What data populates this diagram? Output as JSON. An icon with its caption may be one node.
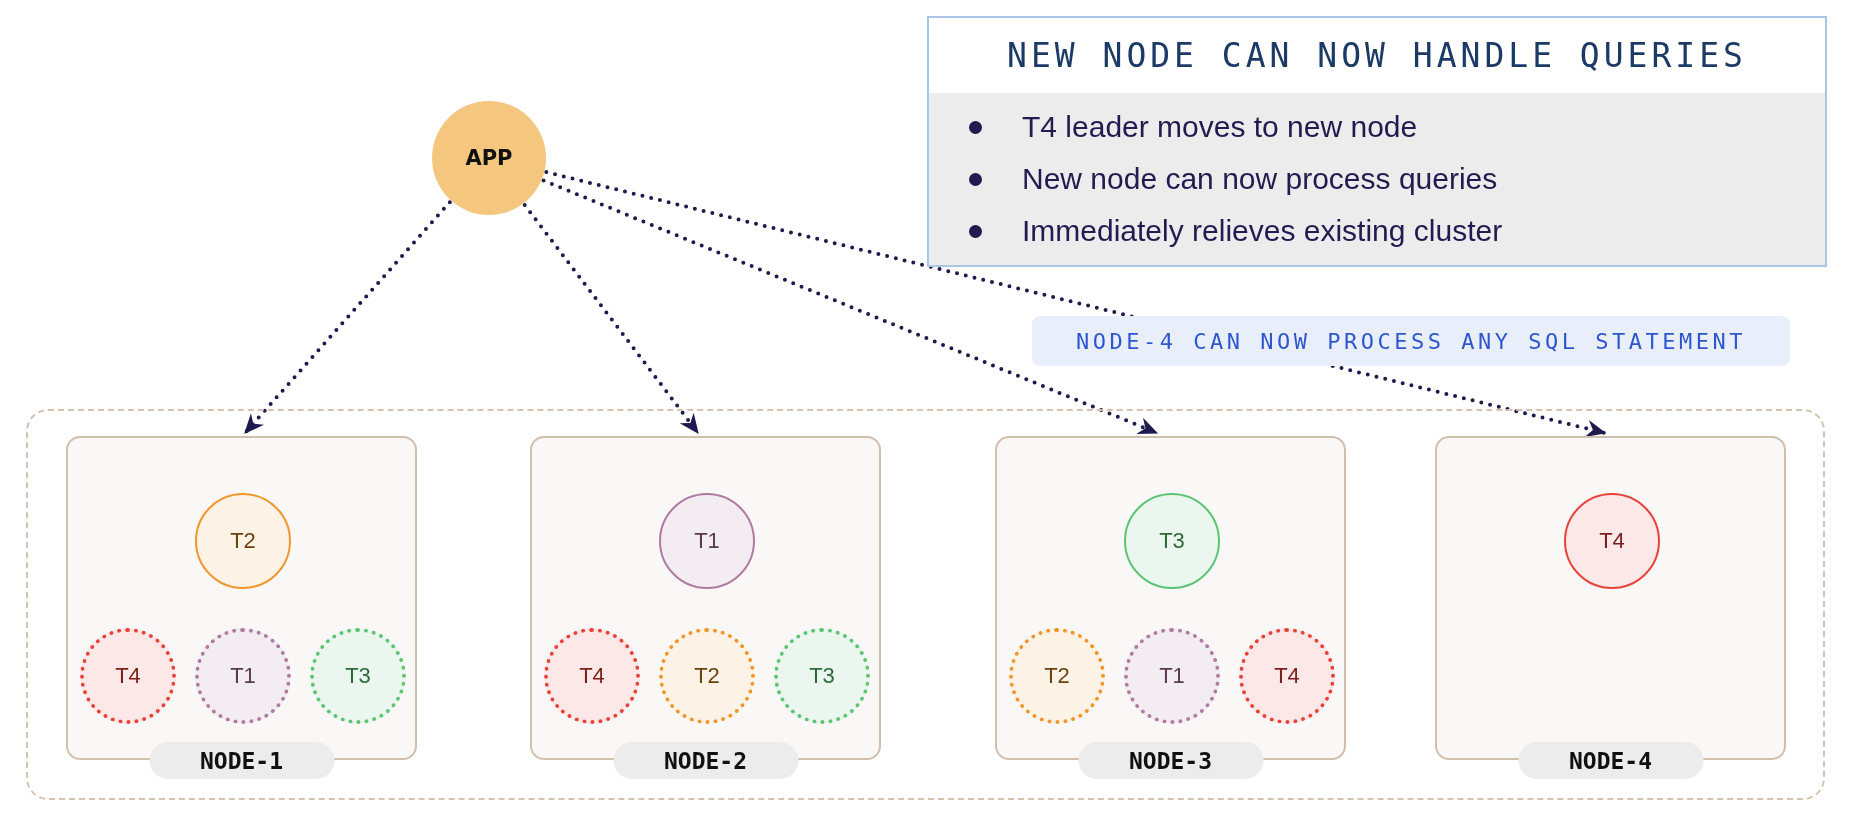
{
  "diagram": {
    "nodes": [
      {
        "text": [
          "APP"
        ]
      },
      {
        "text": [
          "NEW NODE CAN NOW HANDLE QUERIES",
          "T4 leader moves to new node",
          "New node can now process queries",
          "Immediately relieves existing cluster"
        ]
      },
      {
        "text": [],
        "shape": "box"
      },
      {
        "text": [
          "NODE-1"
        ],
        "in": 2
      },
      {
        "text": [
          "T2"
        ],
        "in": 3
      },
      {
        "text": [
          "T4"
        ],
        "in": 3
      },
      {
        "text": [
          "T1"
        ],
        "in": 3
      },
      {
        "text": [
          "T3"
        ],
        "in": 3
      },
      {
        "text": [
          "NODE-2"
        ],
        "in": 2
      },
      {
        "text": [
          "T1"
        ],
        "in": 8
      },
      {
        "text": [
          "T4"
        ],
        "in": 8
      },
      {
        "text": [
          "T2"
        ],
        "in": 8
      },
      {
        "text": [
          "T3"
        ],
        "in": 8
      },
      {
        "text": [
          "NODE-3"
        ],
        "in": 2
      },
      {
        "text": [
          "T3"
        ],
        "in": 13
      },
      {
        "text": [
          "T2"
        ],
        "in": 13
      },
      {
        "text": [
          "T1"
        ],
        "in": 13
      },
      {
        "text": [
          "T4"
        ],
        "in": 13
      },
      {
        "text": [
          "NODE-4"
        ],
        "in": 2
      },
      {
        "text": [
          "T4"
        ],
        "in": 18
      }
    ],
    "edges": [
      {
        "from": 0,
        "to": 3,
        "arrow": "to"
      },
      {
        "from": 0,
        "to": 8,
        "arrow": "to"
      },
      {
        "from": 0,
        "to": 13,
        "arrow": "to"
      },
      {
        "from": 0,
        "to": 18,
        "arrow": "to",
        "label": "NODE-4 CAN NOW PROCESS ANY SQL STATEMENT"
      }
    ]
  }
}
